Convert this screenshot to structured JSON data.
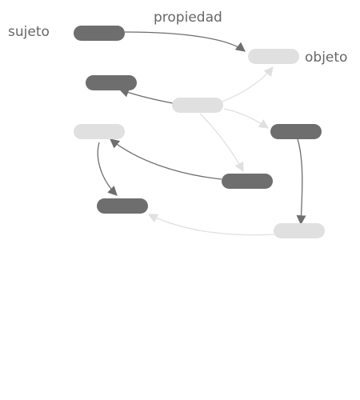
{
  "labels": {
    "subject": "sujeto",
    "property": "propiedad",
    "object": "objeto"
  },
  "colors": {
    "dark_node": "#6e6e6e",
    "light_node": "#e0e0e0",
    "dark_edge": "#6e6e6e",
    "light_edge": "#e0e0e0",
    "text": "#666666"
  },
  "nodes": [
    {
      "id": "n1",
      "tone": "dark"
    },
    {
      "id": "n2",
      "tone": "light"
    },
    {
      "id": "n3",
      "tone": "dark"
    },
    {
      "id": "n4",
      "tone": "light"
    },
    {
      "id": "n5",
      "tone": "light"
    },
    {
      "id": "n6",
      "tone": "dark"
    },
    {
      "id": "n7",
      "tone": "dark"
    },
    {
      "id": "n8",
      "tone": "dark"
    },
    {
      "id": "n9",
      "tone": "light"
    }
  ],
  "edges": [
    {
      "from": "n1",
      "to": "n2",
      "tone": "dark"
    },
    {
      "from": "n4",
      "to": "n3",
      "tone": "dark"
    },
    {
      "from": "n4",
      "to": "n2",
      "tone": "light"
    },
    {
      "from": "n4",
      "to": "n6",
      "tone": "light"
    },
    {
      "from": "n4",
      "to": "n7",
      "tone": "light"
    },
    {
      "from": "n7",
      "to": "n5",
      "tone": "dark"
    },
    {
      "from": "n5",
      "to": "n8",
      "tone": "dark"
    },
    {
      "from": "n6",
      "to": "n9",
      "tone": "dark"
    },
    {
      "from": "n9",
      "to": "n8",
      "tone": "light"
    }
  ]
}
